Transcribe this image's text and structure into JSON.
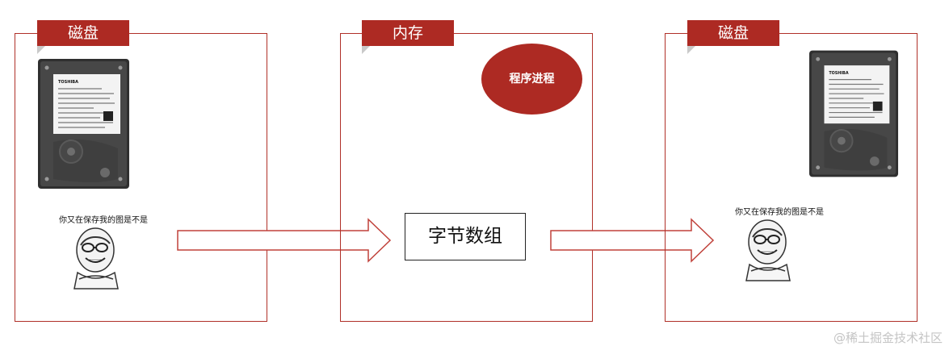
{
  "panels": {
    "left": {
      "tab": "磁盘",
      "caption": "你又在保存我的图是不是"
    },
    "middle": {
      "tab": "内存",
      "bubble": "程序进程",
      "box": "字节数组"
    },
    "right": {
      "tab": "磁盘",
      "caption": "你又在保存我的图是不是"
    }
  },
  "hdd_label": {
    "brand": "TOSHIBA"
  },
  "watermark": "@稀土掘金技术社区",
  "colors": {
    "accent": "#ad2a23",
    "border": "#b03028"
  },
  "icons": [
    "hard-drive-icon",
    "meme-face-icon",
    "hollow-arrow-icon"
  ]
}
